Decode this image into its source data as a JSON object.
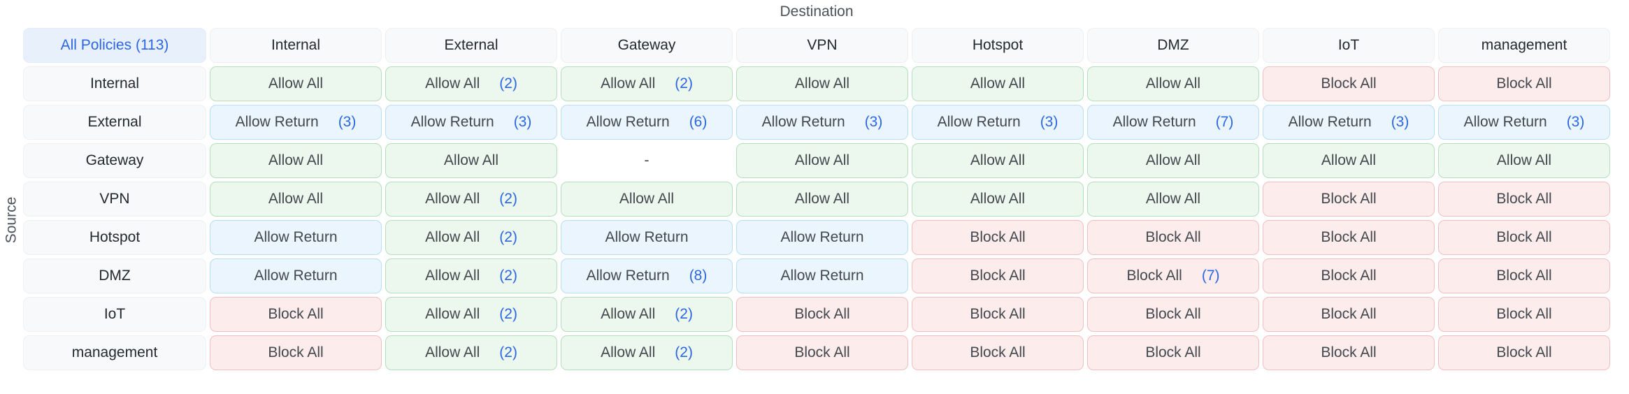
{
  "titles": {
    "destination": "Destination",
    "source": "Source"
  },
  "all_policies_label": "All Policies (113)",
  "columns": [
    "Internal",
    "External",
    "Gateway",
    "VPN",
    "Hotspot",
    "DMZ",
    "IoT",
    "management"
  ],
  "rows": [
    {
      "label": "Internal",
      "cells": [
        {
          "text": "Allow All",
          "type": "allow"
        },
        {
          "text": "Allow All",
          "count": "(2)",
          "type": "allow"
        },
        {
          "text": "Allow All",
          "count": "(2)",
          "type": "allow"
        },
        {
          "text": "Allow All",
          "type": "allow"
        },
        {
          "text": "Allow All",
          "type": "allow"
        },
        {
          "text": "Allow All",
          "type": "allow"
        },
        {
          "text": "Block All",
          "type": "block"
        },
        {
          "text": "Block All",
          "type": "block"
        }
      ]
    },
    {
      "label": "External",
      "cells": [
        {
          "text": "Allow Return",
          "count": "(3)",
          "type": "return"
        },
        {
          "text": "Allow Return",
          "count": "(3)",
          "type": "return"
        },
        {
          "text": "Allow Return",
          "count": "(6)",
          "type": "return"
        },
        {
          "text": "Allow Return",
          "count": "(3)",
          "type": "return"
        },
        {
          "text": "Allow Return",
          "count": "(3)",
          "type": "return"
        },
        {
          "text": "Allow Return",
          "count": "(7)",
          "type": "return"
        },
        {
          "text": "Allow Return",
          "count": "(3)",
          "type": "return"
        },
        {
          "text": "Allow Return",
          "count": "(3)",
          "type": "return"
        }
      ]
    },
    {
      "label": "Gateway",
      "cells": [
        {
          "text": "Allow All",
          "type": "allow"
        },
        {
          "text": "Allow All",
          "type": "allow"
        },
        {
          "text": "-",
          "type": "none"
        },
        {
          "text": "Allow All",
          "type": "allow"
        },
        {
          "text": "Allow All",
          "type": "allow"
        },
        {
          "text": "Allow All",
          "type": "allow"
        },
        {
          "text": "Allow All",
          "type": "allow"
        },
        {
          "text": "Allow All",
          "type": "allow"
        }
      ]
    },
    {
      "label": "VPN",
      "cells": [
        {
          "text": "Allow All",
          "type": "allow"
        },
        {
          "text": "Allow All",
          "count": "(2)",
          "type": "allow"
        },
        {
          "text": "Allow All",
          "type": "allow"
        },
        {
          "text": "Allow All",
          "type": "allow"
        },
        {
          "text": "Allow All",
          "type": "allow"
        },
        {
          "text": "Allow All",
          "type": "allow"
        },
        {
          "text": "Block All",
          "type": "block"
        },
        {
          "text": "Block All",
          "type": "block"
        }
      ]
    },
    {
      "label": "Hotspot",
      "cells": [
        {
          "text": "Allow Return",
          "type": "return"
        },
        {
          "text": "Allow All",
          "count": "(2)",
          "type": "allow"
        },
        {
          "text": "Allow Return",
          "type": "return"
        },
        {
          "text": "Allow Return",
          "type": "return"
        },
        {
          "text": "Block All",
          "type": "block"
        },
        {
          "text": "Block All",
          "type": "block"
        },
        {
          "text": "Block All",
          "type": "block"
        },
        {
          "text": "Block All",
          "type": "block"
        }
      ]
    },
    {
      "label": "DMZ",
      "cells": [
        {
          "text": "Allow Return",
          "type": "return"
        },
        {
          "text": "Allow All",
          "count": "(2)",
          "type": "allow"
        },
        {
          "text": "Allow Return",
          "count": "(8)",
          "type": "return"
        },
        {
          "text": "Allow Return",
          "type": "return"
        },
        {
          "text": "Block All",
          "type": "block"
        },
        {
          "text": "Block All",
          "count": "(7)",
          "type": "block"
        },
        {
          "text": "Block All",
          "type": "block"
        },
        {
          "text": "Block All",
          "type": "block"
        }
      ]
    },
    {
      "label": "IoT",
      "cells": [
        {
          "text": "Block All",
          "type": "block"
        },
        {
          "text": "Allow All",
          "count": "(2)",
          "type": "allow"
        },
        {
          "text": "Allow All",
          "count": "(2)",
          "type": "allow"
        },
        {
          "text": "Block All",
          "type": "block"
        },
        {
          "text": "Block All",
          "type": "block"
        },
        {
          "text": "Block All",
          "type": "block"
        },
        {
          "text": "Block All",
          "type": "block"
        },
        {
          "text": "Block All",
          "type": "block"
        }
      ]
    },
    {
      "label": "management",
      "cells": [
        {
          "text": "Block All",
          "type": "block"
        },
        {
          "text": "Allow All",
          "count": "(2)",
          "type": "allow"
        },
        {
          "text": "Allow All",
          "count": "(2)",
          "type": "allow"
        },
        {
          "text": "Block All",
          "type": "block"
        },
        {
          "text": "Block All",
          "type": "block"
        },
        {
          "text": "Block All",
          "type": "block"
        },
        {
          "text": "Block All",
          "type": "block"
        },
        {
          "text": "Block All",
          "type": "block"
        }
      ]
    }
  ],
  "colors": {
    "accent_blue": "#2b66e3",
    "allow_bg": "#ecf7ee",
    "allow_border": "#b4dfbc",
    "return_bg": "#eaf5fd",
    "return_border": "#b9def5",
    "block_bg": "#fcecec",
    "block_border": "#f2bfc1",
    "header_bg": "#f8f9fa",
    "all_policies_bg": "#e8f0fc"
  }
}
